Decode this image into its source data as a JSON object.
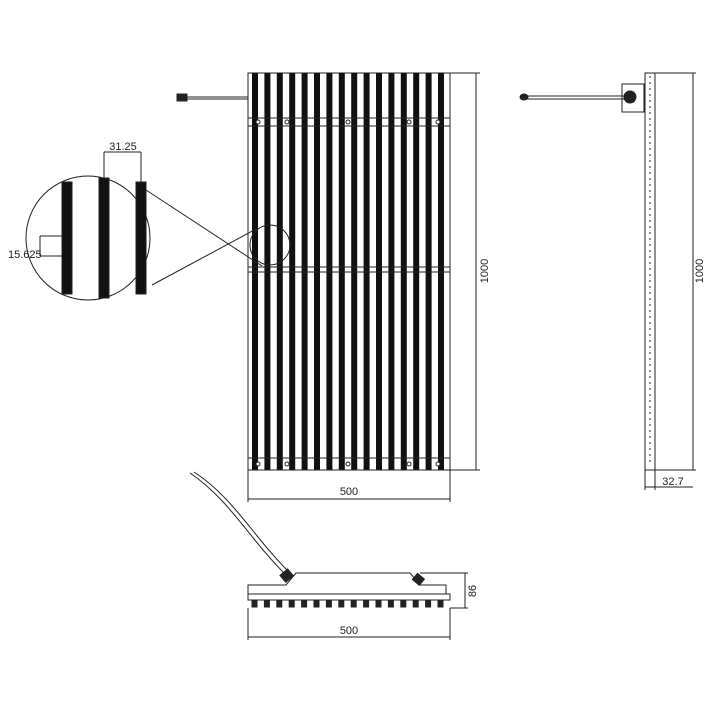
{
  "drawing": {
    "front_view": {
      "width_label": "500",
      "height_label": "1000",
      "bar_count": 16
    },
    "detail_view": {
      "pitch_label": "31.25",
      "pixel_pitch_label": "15.625"
    },
    "side_view": {
      "height_label": "1000",
      "depth_label": "32.7"
    },
    "bottom_view": {
      "width_label": "500",
      "depth_label": "86",
      "pin_count": 16
    },
    "colors": {
      "line": "#222222",
      "bar": "#111111"
    }
  }
}
